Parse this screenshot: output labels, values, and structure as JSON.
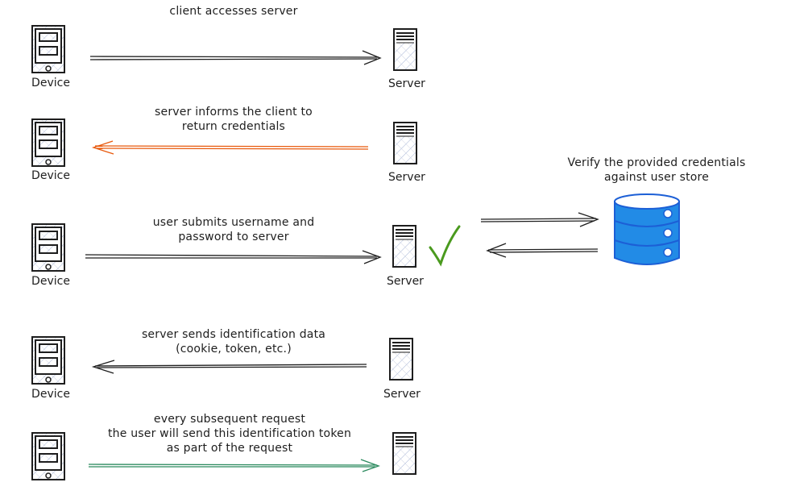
{
  "title": "Cookie / token based authentication flow",
  "colors": {
    "ink": "#1e1e1e",
    "hatch": "#a5b4d6",
    "red_arrow": "#e8590c",
    "green_arrow": "#2b8a5e",
    "check": "#4a9a1e",
    "db_fill": "#228be6",
    "db_stroke": "#1c5fd6"
  },
  "rows": [
    {
      "device_label": "Device",
      "server_label": "Server",
      "message": [
        "client accesses server"
      ],
      "direction": "right",
      "color": "ink"
    },
    {
      "device_label": "Device",
      "server_label": "Server",
      "message": [
        "server informs the client to",
        "return credentials"
      ],
      "direction": "left",
      "color": "red_arrow"
    },
    {
      "device_label": "Device",
      "server_label": "Server",
      "message": [
        "user submits username and",
        "password to server"
      ],
      "direction": "right",
      "color": "ink"
    },
    {
      "device_label": "Device",
      "server_label": "Server",
      "message": [
        "server sends identification data",
        "(cookie, token, etc.)"
      ],
      "direction": "left",
      "color": "ink"
    },
    {
      "device_label": "",
      "server_label": "",
      "message": [
        "every subsequent request",
        "the user will send this identification token",
        "as part of the request"
      ],
      "direction": "right",
      "color": "green_arrow"
    }
  ],
  "verification": {
    "text": [
      "Verify the provided credentials",
      "against user store"
    ],
    "icon": "database-icon",
    "status_icon": "checkmark-icon"
  }
}
